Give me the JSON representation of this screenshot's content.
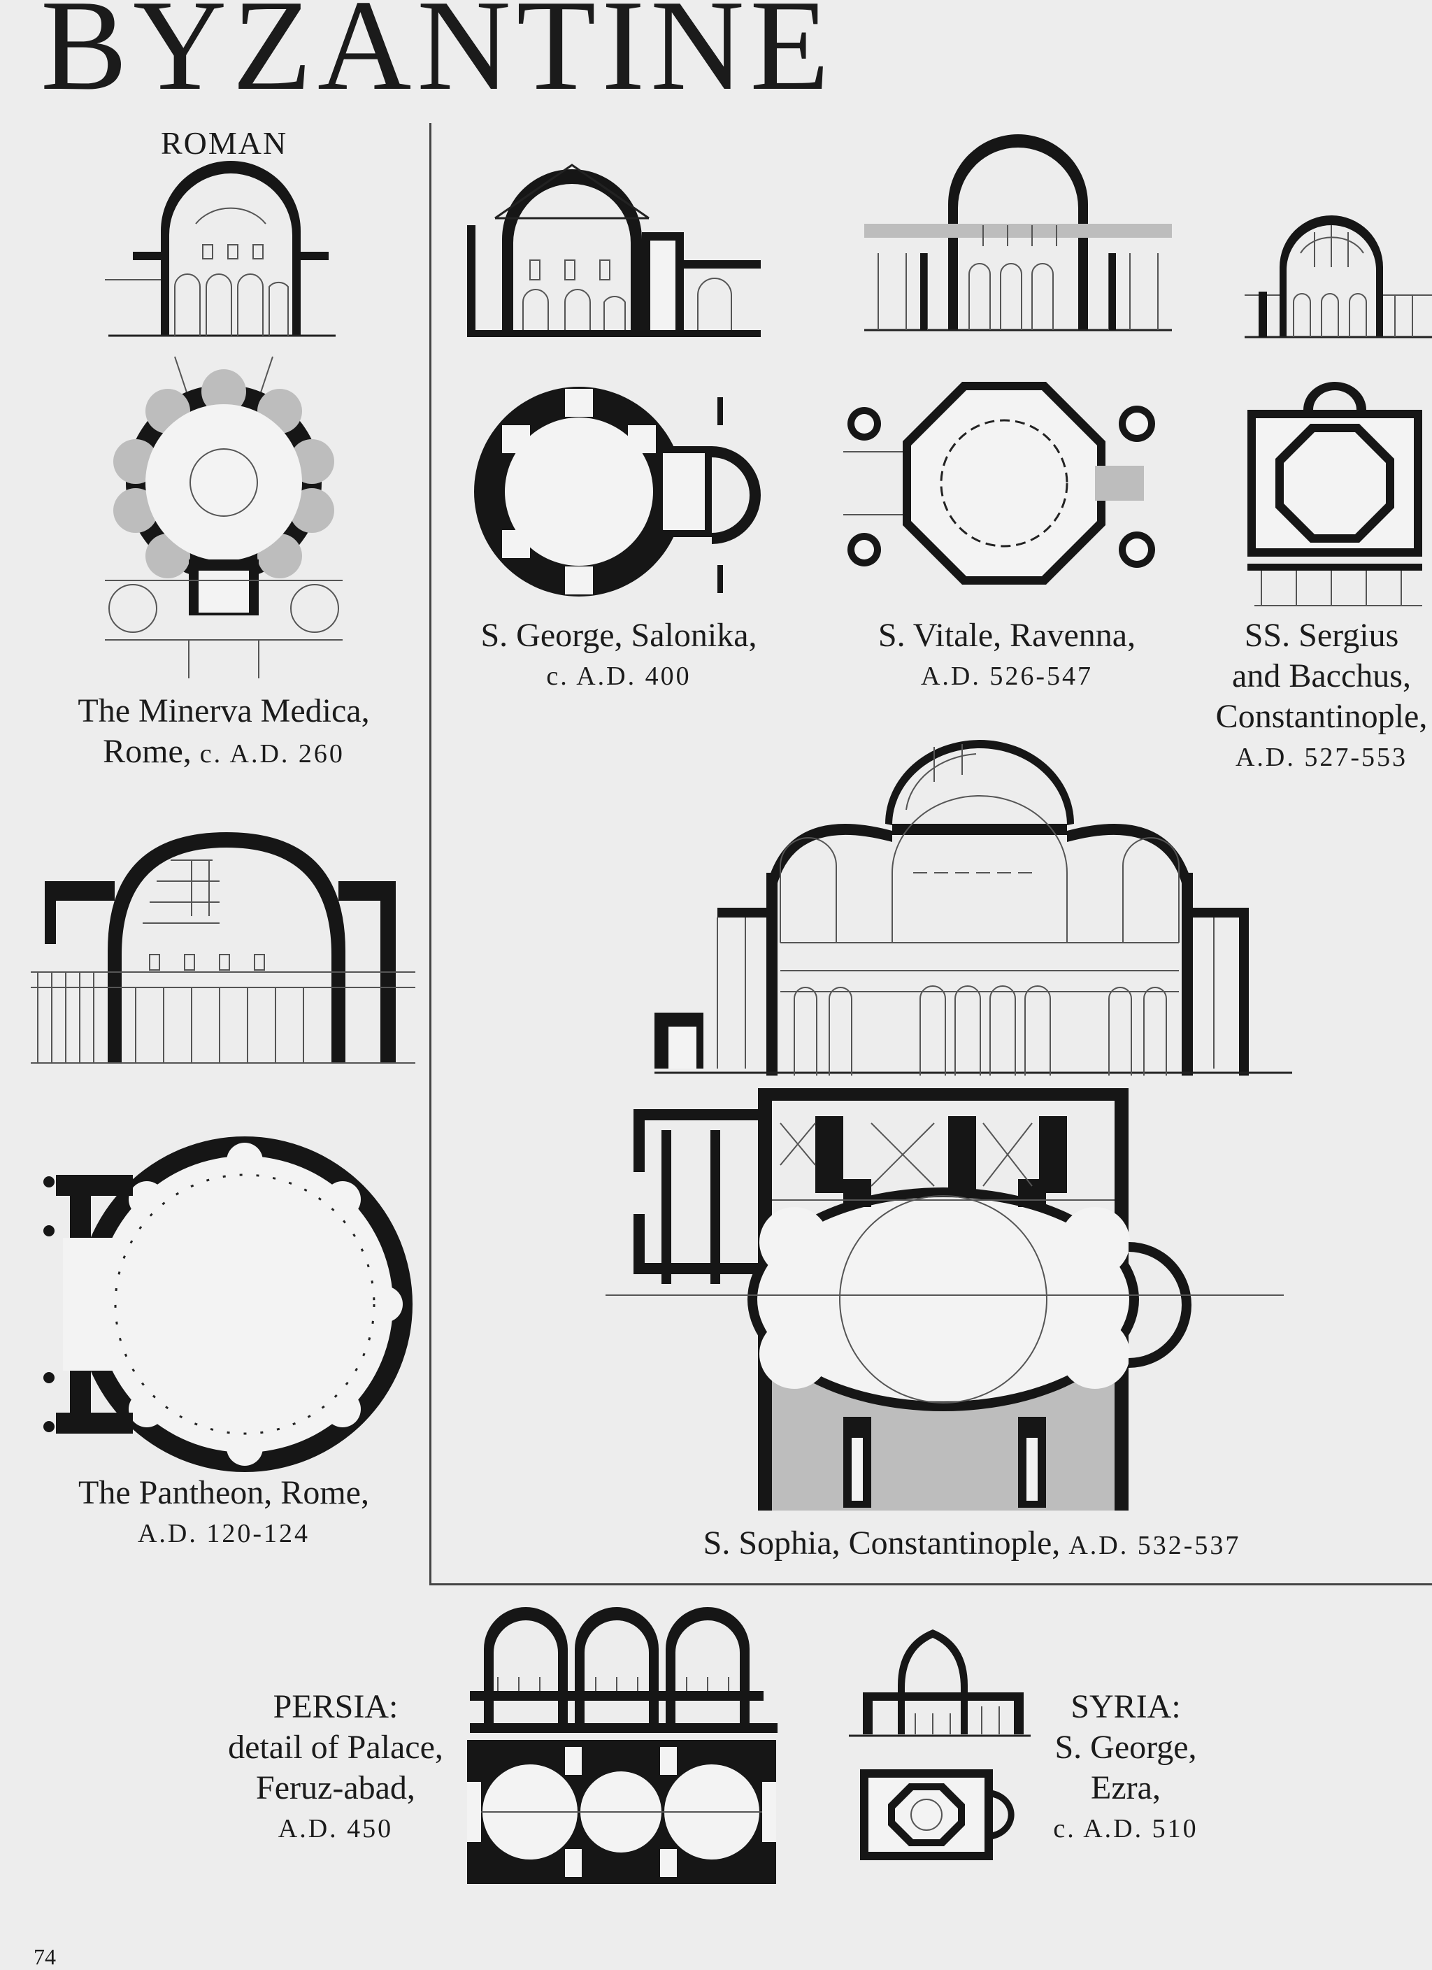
{
  "page": {
    "title": "BYZANTINE",
    "roman_heading": "ROMAN",
    "folio": "74"
  },
  "captions": {
    "minerva": {
      "line1": "The Minerva Medica,",
      "line2": "Rome,",
      "date": "c. A.D. 260"
    },
    "pantheon": {
      "line1": "The Pantheon, Rome,",
      "date": "A.D. 120-124"
    },
    "george_salonika": {
      "line1": "S. George, Salonika,",
      "date": "c. A.D. 400"
    },
    "vitale": {
      "line1": "S. Vitale, Ravenna,",
      "date": "A.D. 526-547"
    },
    "sergius": {
      "line1": "SS. Sergius",
      "line2": "and Bacchus,",
      "line3": "Constantinople,",
      "date": "A.D. 527-553"
    },
    "sophia": {
      "line1": "S. Sophia, Constantinople,",
      "date": "A.D. 532-537"
    },
    "persia": {
      "line1": "PERSIA:",
      "line2": "detail of Palace,",
      "line3": "Feruz-abad,",
      "date": "A.D. 450"
    },
    "syria": {
      "line1": "SYRIA:",
      "line2": "S. George,",
      "line3": "Ezra,",
      "date": "c. A.D. 510"
    }
  }
}
